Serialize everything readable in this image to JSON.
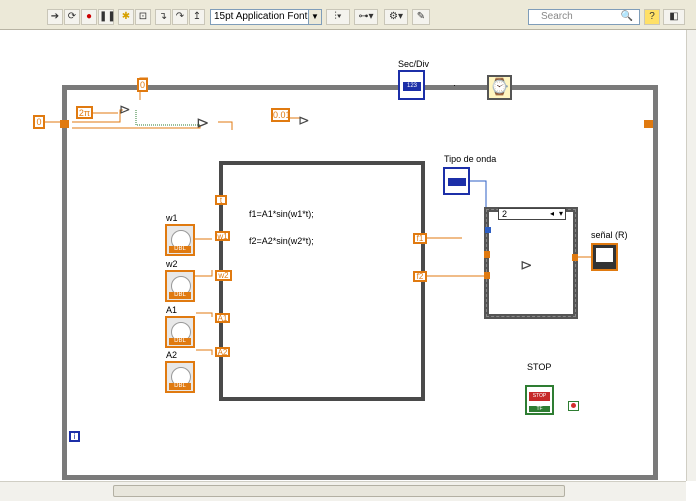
{
  "toolbar": {
    "font": "15pt Application Font",
    "search_placeholder": "Search",
    "help_glyph": "?"
  },
  "diagram": {
    "const_zero": "0",
    "const_two_pi": "2π",
    "const_top": "0",
    "const_dt": "0.01",
    "sec_div_label": "Sec/Div",
    "numeric_glyph": "123",
    "formula_line1": "f1=A1*sin(w1*t);",
    "formula_line2": "f2=A2*sin(w2*t);",
    "input_t": "t",
    "input_w1": "w1",
    "input_w2": "w2",
    "input_a1": "A1",
    "input_a2": "A2",
    "output_f1": "f1",
    "output_f2": "f2",
    "knob_w1_label": "w1",
    "knob_w2_label": "w2",
    "knob_a1_label": "A1",
    "knob_a2_label": "A2",
    "knob_type": "DBL",
    "tipo_label": "Tipo de onda",
    "case_selector": "2",
    "grafico_label": "señal (R)",
    "stop_label": "STOP",
    "stop_btn_text": "STOP",
    "stop_type": "TF",
    "info_glyph": "i"
  }
}
